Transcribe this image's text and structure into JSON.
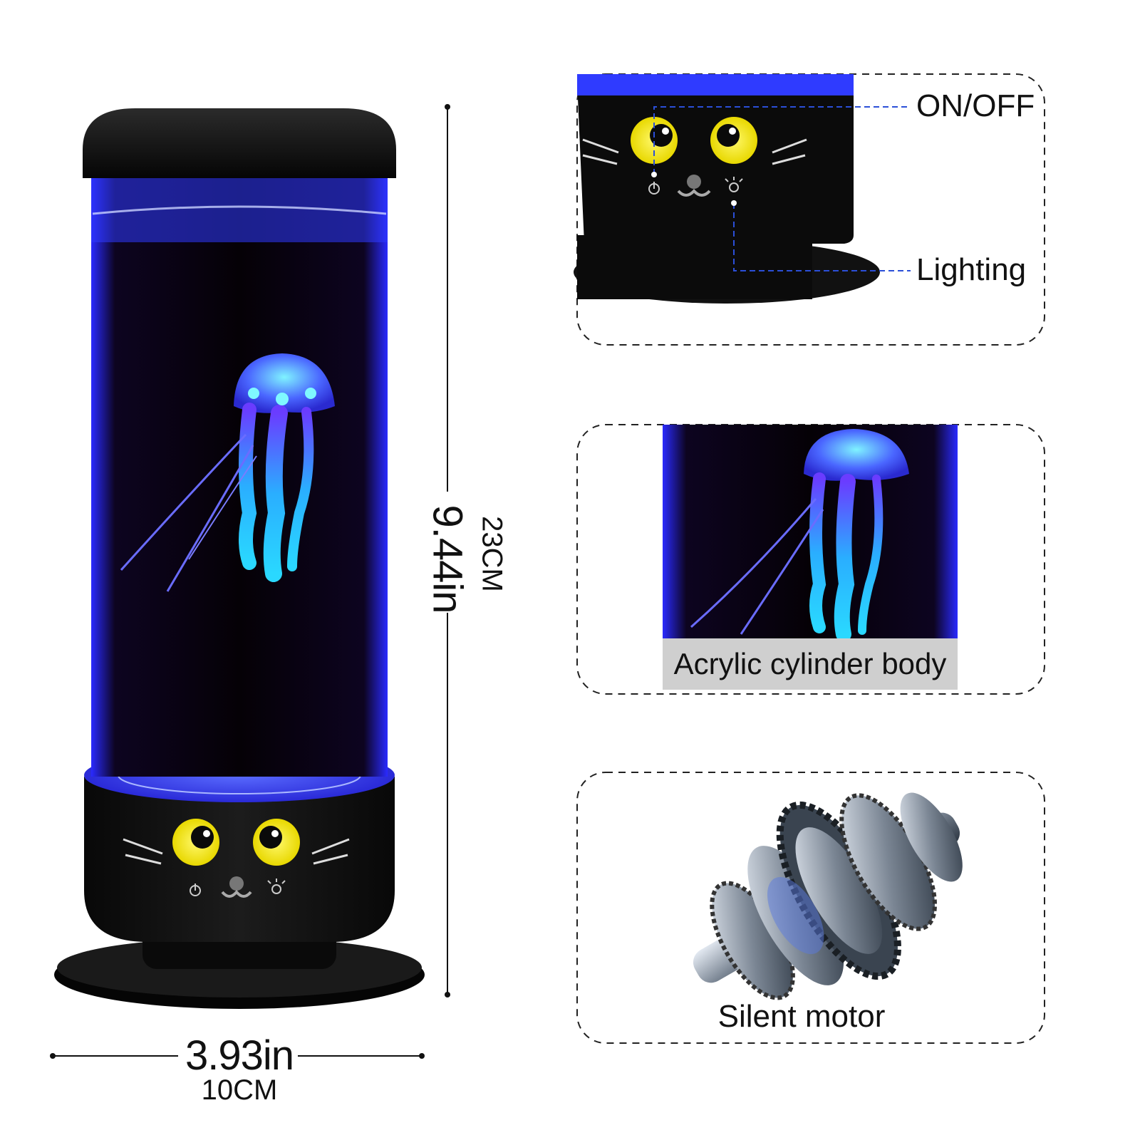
{
  "dimensions": {
    "height_in": "9.44in",
    "height_cm": "23CM",
    "width_in": "3.93in",
    "width_cm": "10CM"
  },
  "callouts": {
    "power": "ON/OFF",
    "lighting": "Lighting",
    "cylinder": "Acrylic cylinder body",
    "motor": "Silent motor"
  },
  "colors": {
    "lamp_body": "#0b0b0b",
    "glow_blue": "#3b3bff",
    "tank_dark": "#0a0206",
    "cat_eye": "#f4e600",
    "jelly_cyan": "#29d8ff",
    "jelly_violet": "#6a3cff",
    "leader_line": "#2b4fd8"
  },
  "icons": [
    "power-icon",
    "bulb-icon"
  ]
}
